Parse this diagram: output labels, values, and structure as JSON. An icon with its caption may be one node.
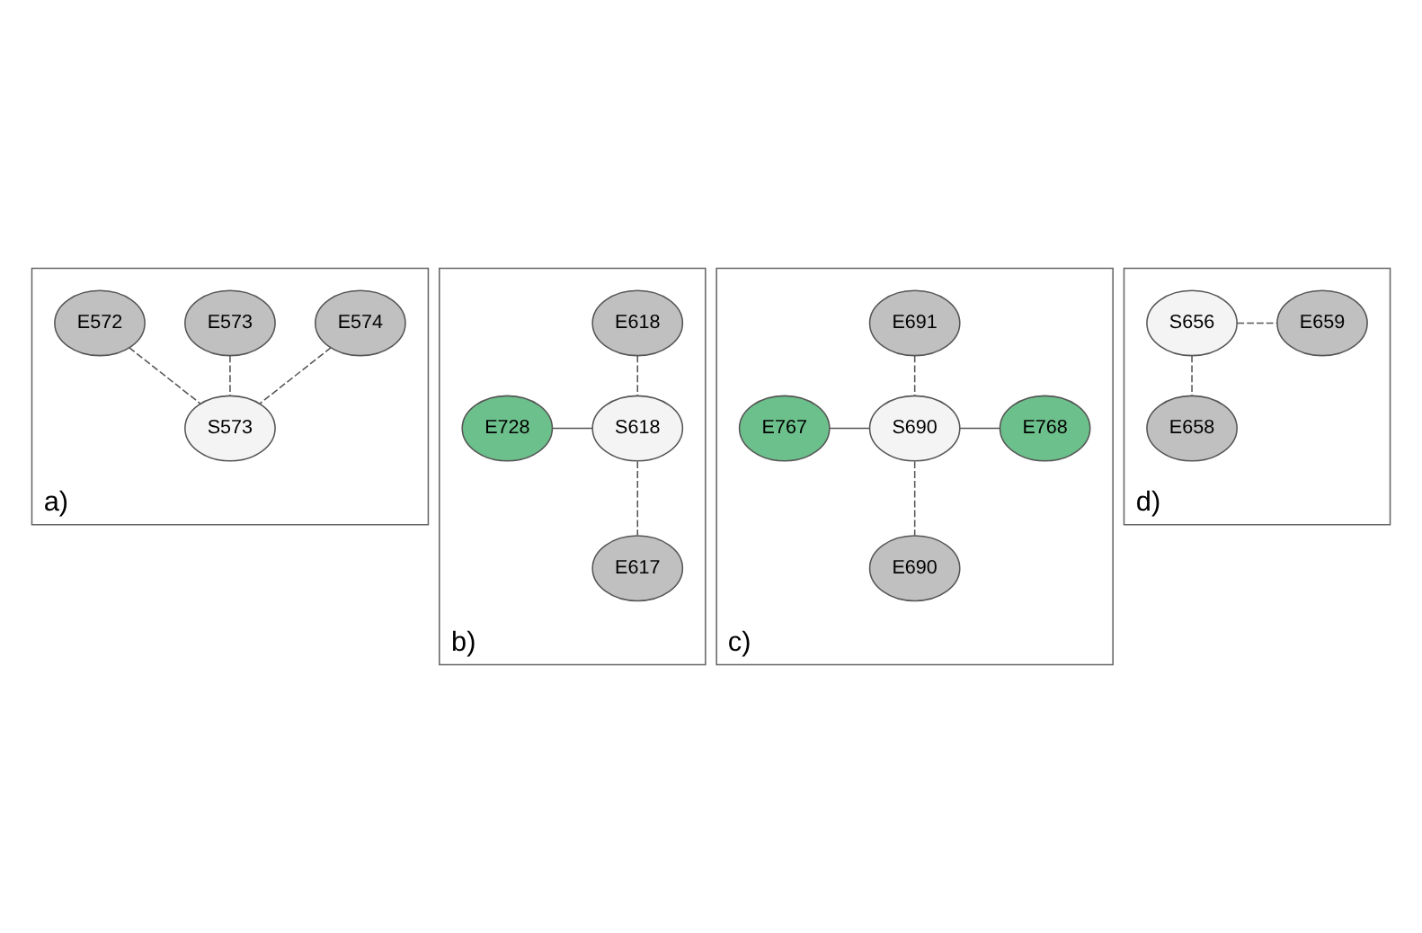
{
  "diagram": {
    "nodes": [
      {
        "text": [
          "a)"
        ]
      },
      {
        "text": [
          "E574"
        ],
        "in": 0
      },
      {
        "text": [
          "E573"
        ],
        "in": 0
      },
      {
        "text": [
          "E572"
        ],
        "in": 0
      },
      {
        "text": [
          "S573"
        ],
        "in": 0
      },
      {
        "text": [
          "b)"
        ]
      },
      {
        "text": [
          "E618"
        ],
        "in": 5
      },
      {
        "text": [
          "E728"
        ],
        "in": 5
      },
      {
        "text": [
          "S618"
        ],
        "in": 5
      },
      {
        "text": [
          "E617"
        ],
        "in": 5
      },
      {
        "text": [
          "c)"
        ]
      },
      {
        "text": [
          "E691"
        ],
        "in": 10
      },
      {
        "text": [
          "E767"
        ],
        "in": 10
      },
      {
        "text": [
          "S690"
        ],
        "in": 10
      },
      {
        "text": [
          "E768"
        ],
        "in": 10
      },
      {
        "text": [
          "E690"
        ],
        "in": 10
      },
      {
        "text": [
          "d)"
        ]
      },
      {
        "text": [
          "S656"
        ],
        "in": 16
      },
      {
        "text": [
          "E659"
        ],
        "in": 16
      },
      {
        "text": [
          "E658"
        ],
        "in": 16
      }
    ],
    "edges": [
      {
        "from": 1,
        "to": 4,
        "arrow": "none",
        "style": "dashed"
      },
      {
        "from": 2,
        "to": 4,
        "arrow": "none",
        "style": "dashed"
      },
      {
        "from": 3,
        "to": 4,
        "arrow": "none",
        "style": "dashed"
      },
      {
        "from": 6,
        "to": 8,
        "arrow": "none",
        "style": "dashed"
      },
      {
        "from": 7,
        "to": 8,
        "arrow": "none"
      },
      {
        "from": 8,
        "to": 9,
        "arrow": "none",
        "style": "dashed"
      },
      {
        "from": 11,
        "to": 13,
        "arrow": "none",
        "style": "dashed"
      },
      {
        "from": 12,
        "to": 13,
        "arrow": "none"
      },
      {
        "from": 13,
        "to": 14,
        "arrow": "none"
      },
      {
        "from": 13,
        "to": 15,
        "arrow": "none",
        "style": "dashed"
      },
      {
        "from": 17,
        "to": 18,
        "arrow": "none",
        "style": "dashed"
      },
      {
        "from": 17,
        "to": 19,
        "arrow": "none",
        "style": "dashed"
      }
    ]
  }
}
